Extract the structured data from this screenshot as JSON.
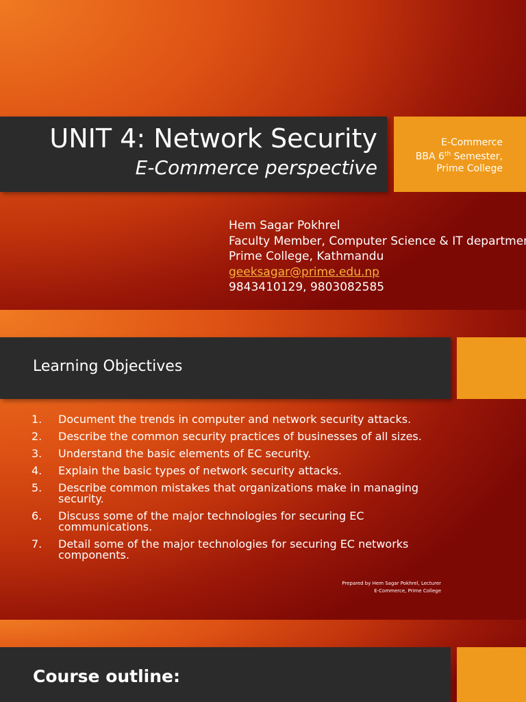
{
  "slide1": {
    "title": "UNIT 4: Network Security",
    "subtitle": "E-Commerce perspective",
    "course": "E-Commerce",
    "semester_prefix": "BBA 6",
    "semester_sup": "th",
    "semester_suffix": " Semester,",
    "college": "Prime College",
    "author": {
      "name": "Hem Sagar Pokhrel",
      "role": "Faculty Member, Computer Science & IT department",
      "org": "Prime College, Kathmandu",
      "email": "geeksagar@prime.edu.np",
      "phones": "9843410129, 9803082585"
    }
  },
  "slide2": {
    "title": "Learning Objectives",
    "objectives": [
      {
        "num": "1.",
        "text": "Document the trends in computer and network security attacks."
      },
      {
        "num": "2.",
        "text": "Describe the common security practices of businesses of all sizes."
      },
      {
        "num": "3.",
        "text": "Understand the basic elements of EC security."
      },
      {
        "num": "4.",
        "text": "Explain the basic types of network security attacks."
      },
      {
        "num": "5.",
        "text": "Describe common mistakes that organizations make in managing security."
      },
      {
        "num": "6.",
        "text": "Discuss some of the major technologies for securing EC communications."
      },
      {
        "num": "7.",
        "text": "Detail some of the major technologies for securing EC networks components."
      }
    ],
    "credit_line1": "Prepared by Hem Sagar Pokhrel, Lecturer",
    "credit_line2": "E-Commerce, Prime College"
  },
  "slide3": {
    "title": "Course outline:"
  },
  "colors": {
    "dark_box": "#2b2b2b",
    "accent_orange": "#ef9a1c",
    "link": "#f6b43c",
    "bg_light": "#f07a22",
    "bg_dark": "#7d0905"
  }
}
